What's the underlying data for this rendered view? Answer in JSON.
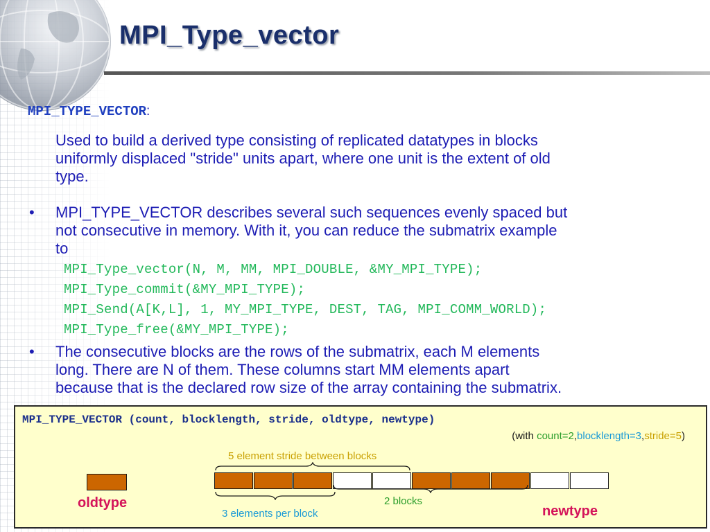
{
  "slide": {
    "title": "MPI_Type_vector"
  },
  "body": {
    "code_heading": "MPI_TYPE_VECTOR",
    "code_heading_suffix": ":",
    "intro_lines": [
      "Used to build a derived type consisting of replicated datatypes in blocks",
      "uniformly displaced \"stride\" units apart, where one unit is the extent of old",
      "type."
    ],
    "bullet1_lines": [
      "MPI_TYPE_VECTOR describes several such sequences evenly spaced but",
      "not consecutive in memory. With it, you can reduce the submatrix example",
      "to"
    ],
    "code_lines": [
      "MPI_Type_vector(N, M, MM, MPI_DOUBLE, &MY_MPI_TYPE);",
      "MPI_Type_commit(&MY_MPI_TYPE);",
      "MPI_Send(A[K,L], 1, MY_MPI_TYPE, DEST, TAG, MPI_COMM_WORLD);",
      "MPI_Type_free(&MY_MPI_TYPE);"
    ],
    "bullet2_lines": [
      "The consecutive blocks are the rows of the submatrix, each M elements",
      "long. There are N of them. These columns start MM elements apart",
      "because that is the declared row size of the array containing the submatrix."
    ],
    "bullet_char": "•"
  },
  "diagram": {
    "signature": "MPI_TYPE_VECTOR (count, blocklength, stride, oldtype, newtype)",
    "with_prefix": "(with ",
    "with_count": "count=2",
    "with_comma1": ",",
    "with_blocklength": "blocklength=3",
    "with_comma2": ",",
    "with_stride": "stride=5",
    "with_suffix": ")",
    "stride_label": "5 element stride between blocks",
    "blocks_label": "2 blocks",
    "elements_label": "3 elements per block",
    "oldtype_label": "oldtype",
    "newtype_label": "newtype",
    "cells": [
      "filled",
      "filled",
      "filled",
      "empty",
      "empty",
      "filled",
      "filled",
      "filled",
      "empty",
      "empty"
    ],
    "colors": {
      "filled": "#cc6600",
      "empty": "#ffffff",
      "background": "#ffffcc",
      "text_blue": "#1d1db4",
      "code_green": "#22b85a",
      "label_pink": "#d4145a"
    }
  }
}
